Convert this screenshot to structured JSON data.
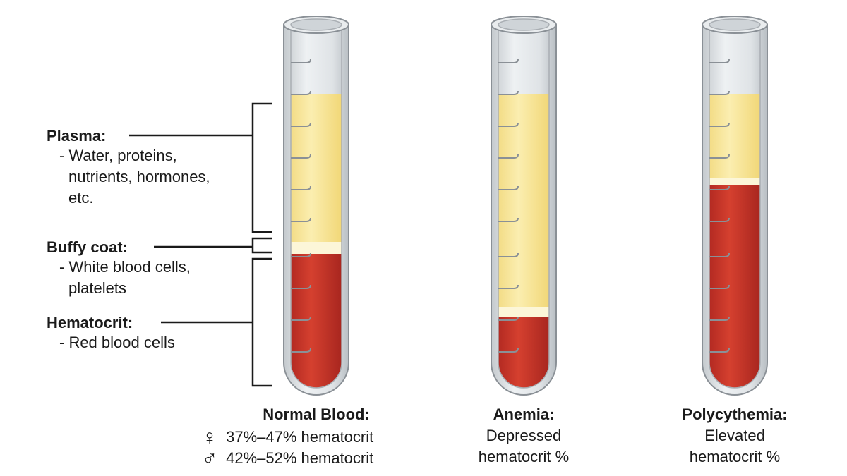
{
  "labels": {
    "plasma": {
      "title": "Plasma:",
      "lines": [
        "- Water, proteins,",
        "nutrients, hormones,",
        "etc."
      ]
    },
    "buffy": {
      "title": "Buffy coat:",
      "lines": [
        "- White blood cells,",
        "platelets"
      ]
    },
    "hematocrit": {
      "title": "Hematocrit:",
      "lines": [
        "- Red blood cells"
      ]
    }
  },
  "captions": {
    "normal": {
      "title": "Normal Blood:",
      "female_symbol": "♀",
      "female_text": "37%–47% hematocrit",
      "male_symbol": "♂",
      "male_text": "42%–52% hematocrit"
    },
    "anemia": {
      "title": "Anemia:",
      "line1": "Depressed",
      "line2": "hematocrit %"
    },
    "poly": {
      "title": "Polycythemia:",
      "line1": "Elevated",
      "line2": "hematocrit %"
    }
  },
  "colors": {
    "plasma": "#f7e59a",
    "buffy": "#fcf6d8",
    "rbc": "#c8342a",
    "glass": "#d9dde0",
    "outline": "#8a9096"
  }
}
